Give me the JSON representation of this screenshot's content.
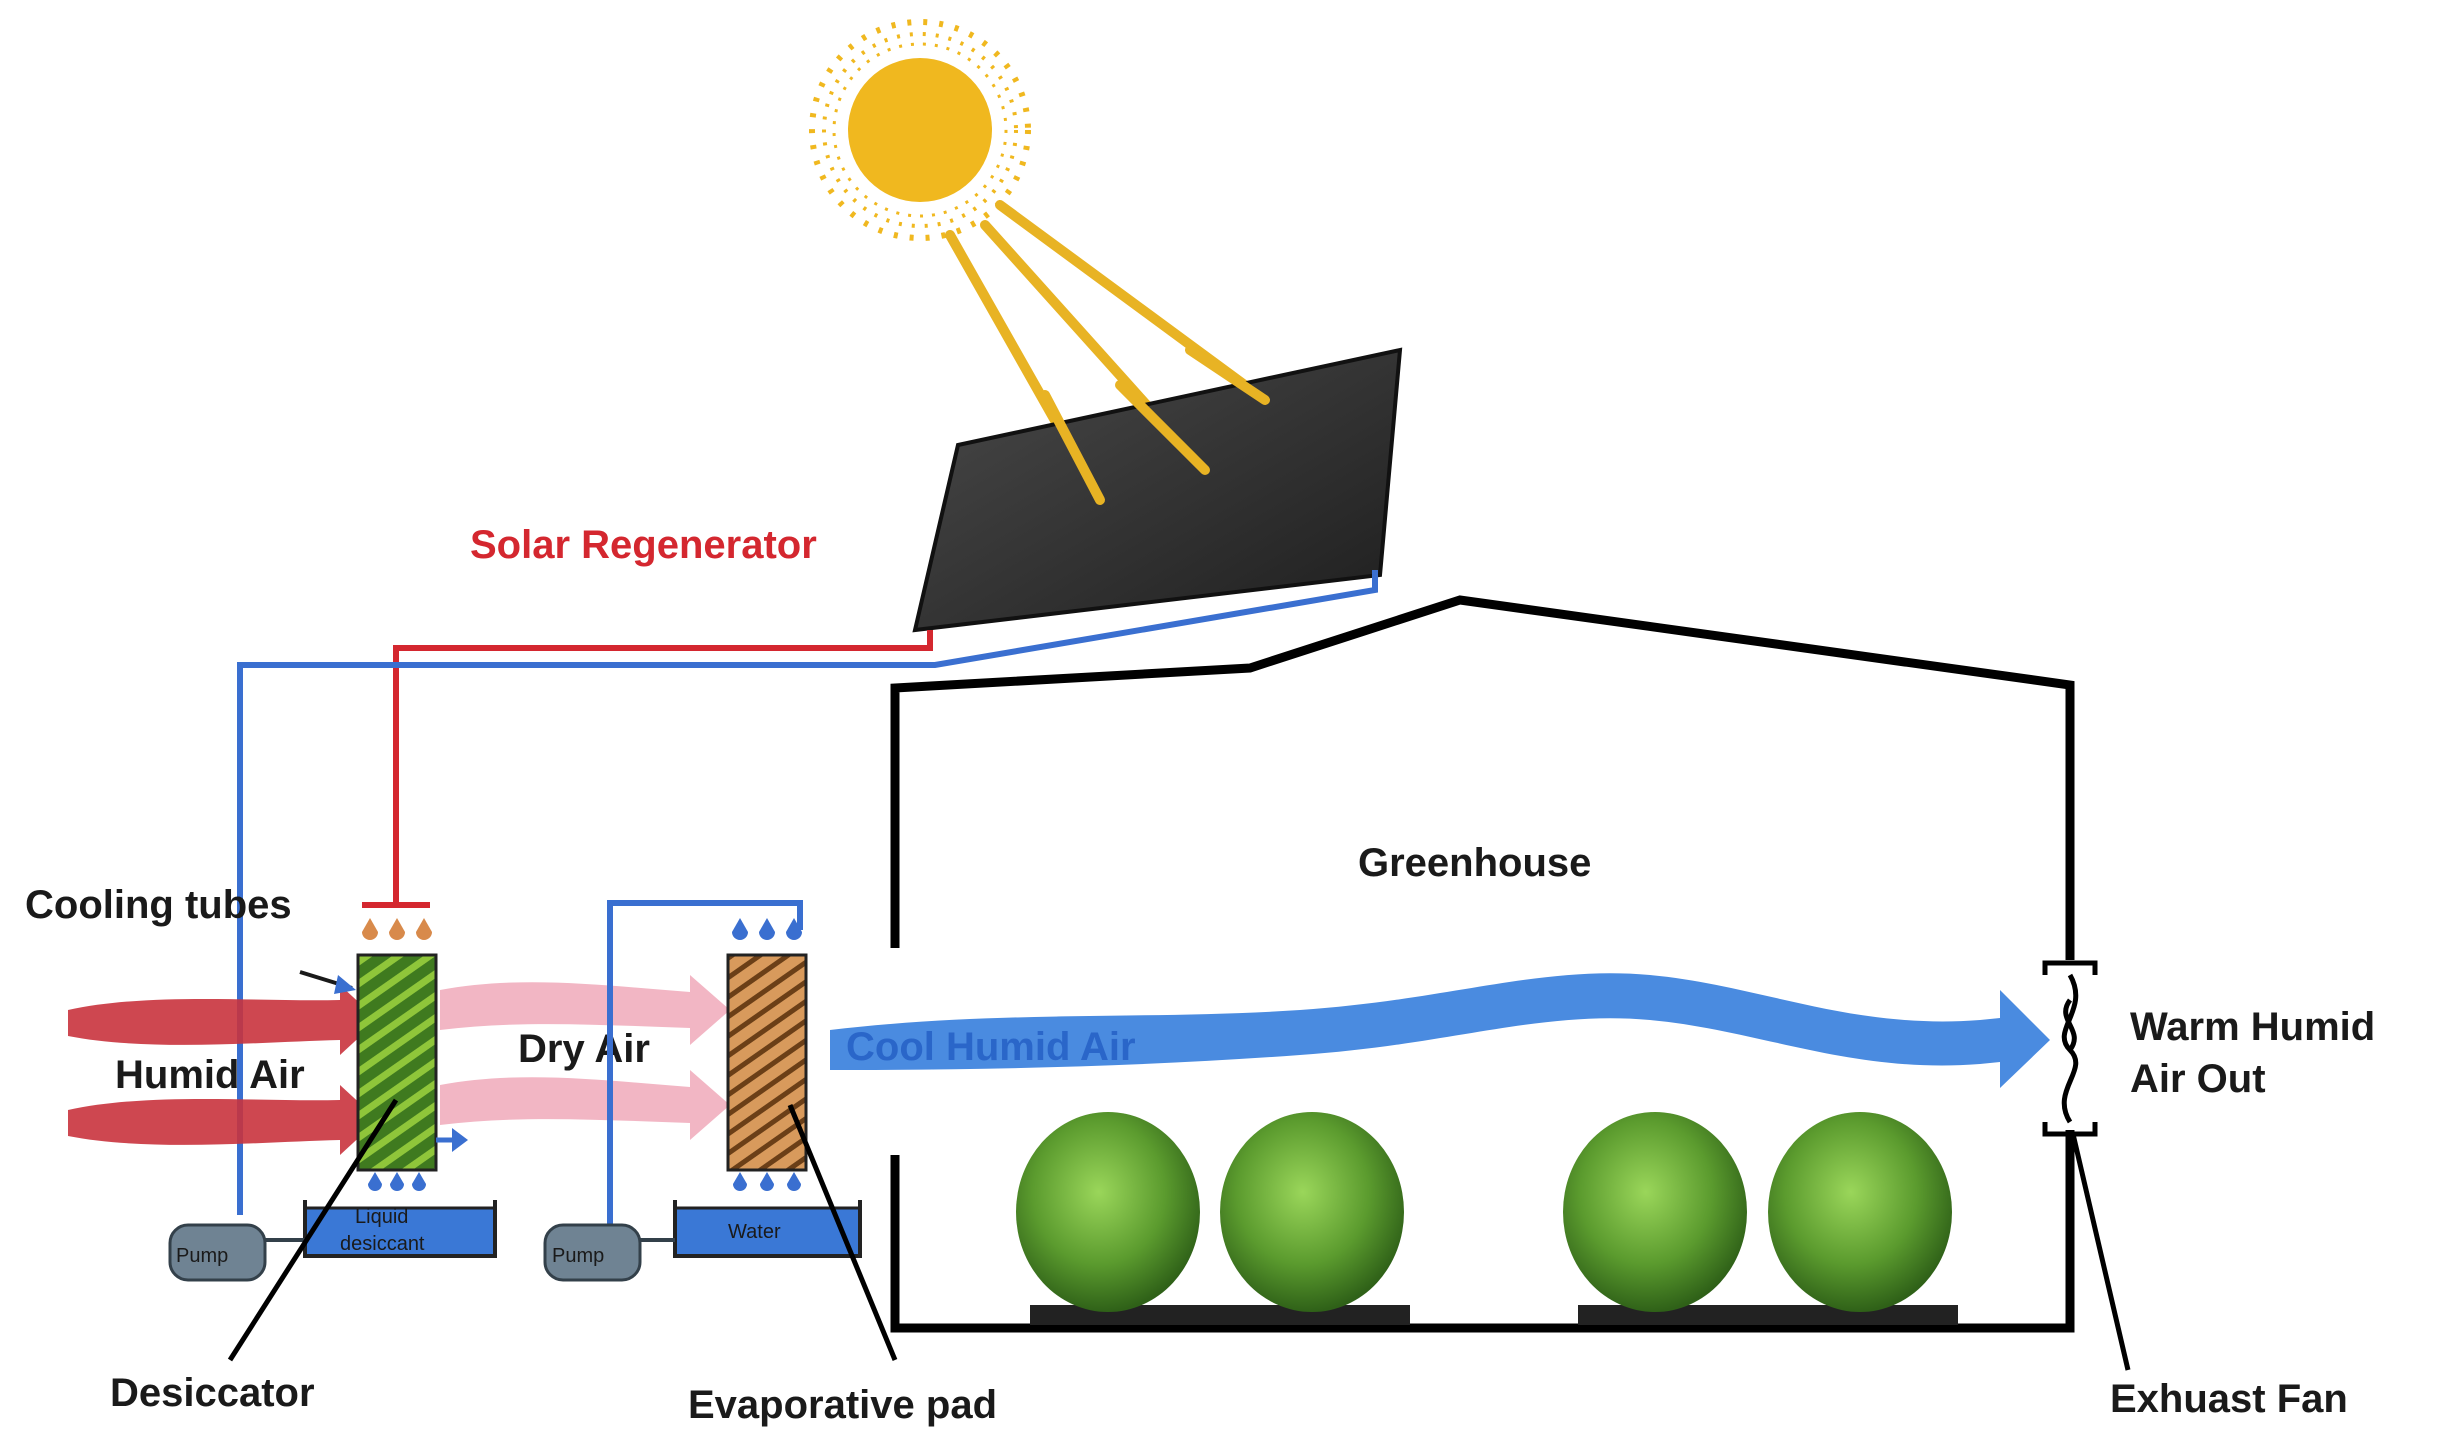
{
  "labels": {
    "solar_regenerator": "Solar Regenerator",
    "cooling_tubes": "Cooling tubes",
    "humid_air": "Humid Air",
    "dry_air": "Dry Air",
    "cool_humid_air": "Cool Humid Air",
    "greenhouse": "Greenhouse",
    "warm_humid_air_out_line1": "Warm Humid",
    "warm_humid_air_out_line2": "Air Out",
    "desiccator": "Desiccator",
    "evaporative_pad": "Evaporative pad",
    "exhaust_fan": "Exhuast Fan",
    "pump_1": "Pump",
    "pump_2": "Pump",
    "liquid_desiccant_line1": "Liquid",
    "liquid_desiccant_line2": "desiccant",
    "water": "Water"
  },
  "colors": {
    "hot_line": "#d4272f",
    "cold_line": "#3a6fd0",
    "humid_air_arrow": "#c9333d",
    "dry_air_arrow": "#f2b6c4",
    "cool_air_arrow": "#4a8be0",
    "sun": "#f0b81f",
    "panel": "#2e2e2e",
    "greenhouse_outline": "#000000",
    "plant": "#5b9b2e"
  }
}
